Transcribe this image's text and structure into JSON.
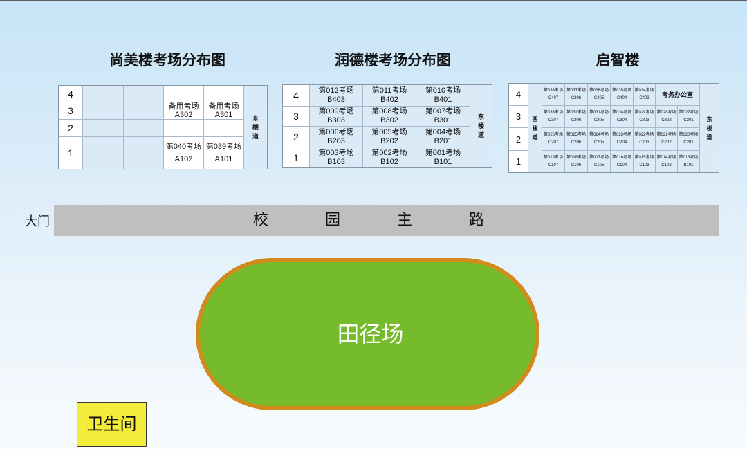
{
  "colors": {
    "road": "#bfbfbf",
    "track_fill": "#76bb2b",
    "track_border": "#d08b1c",
    "restroom_fill": "#f4ec3b",
    "cell_fill": "#dbeaf7"
  },
  "shangmei": {
    "title": "尚美楼考场分布图",
    "east_stair": "东楼道",
    "floors": [
      {
        "floor": "4",
        "rooms": []
      },
      {
        "floor": "3",
        "rooms": [
          {
            "name": "备用考场",
            "code": "A302"
          },
          {
            "name": "备用考场",
            "code": "A301"
          }
        ]
      },
      {
        "floor": "2",
        "rooms": []
      },
      {
        "floor": "1",
        "rooms": [
          {
            "name": "第040考场",
            "code": "A102"
          },
          {
            "name": "第039考场",
            "code": "A101"
          }
        ]
      }
    ]
  },
  "runde": {
    "title": "润德楼考场分布图",
    "east_stair": "东楼道",
    "floors": [
      {
        "floor": "4",
        "rooms": [
          {
            "name": "第012考场",
            "code": "B403"
          },
          {
            "name": "第011考场",
            "code": "B402"
          },
          {
            "name": "第010考场",
            "code": "B401"
          }
        ]
      },
      {
        "floor": "3",
        "rooms": [
          {
            "name": "第009考场",
            "code": "B303"
          },
          {
            "name": "第008考场",
            "code": "B302"
          },
          {
            "name": "第007考场",
            "code": "B301"
          }
        ]
      },
      {
        "floor": "2",
        "rooms": [
          {
            "name": "第006考场",
            "code": "B203"
          },
          {
            "name": "第005考场",
            "code": "B202"
          },
          {
            "name": "第004考场",
            "code": "B201"
          }
        ]
      },
      {
        "floor": "1",
        "rooms": [
          {
            "name": "第003考场",
            "code": "B103"
          },
          {
            "name": "第002考场",
            "code": "B102"
          },
          {
            "name": "第001考场",
            "code": "B101"
          }
        ]
      }
    ]
  },
  "qizhi": {
    "title": "启智楼",
    "west_stair": "西楼道",
    "east_stair": "东楼道",
    "office": "考务办公室",
    "floors": [
      {
        "floor": "4",
        "rooms": [
          {
            "name": "第038考场",
            "code": "C407"
          },
          {
            "name": "第037考场",
            "code": "C306"
          },
          {
            "name": "第036考场",
            "code": "C405"
          },
          {
            "name": "第035考场",
            "code": "C404"
          },
          {
            "name": "第034考场",
            "code": "C403"
          }
        ]
      },
      {
        "floor": "3",
        "rooms": [
          {
            "name": "第033考场",
            "code": "C307"
          },
          {
            "name": "第032考场",
            "code": "C306"
          },
          {
            "name": "第031考场",
            "code": "C305"
          },
          {
            "name": "第030考场",
            "code": "C304"
          },
          {
            "name": "第029考场",
            "code": "C303"
          },
          {
            "name": "第028考场",
            "code": "C302"
          },
          {
            "name": "第027考场",
            "code": "C301"
          }
        ]
      },
      {
        "floor": "2",
        "rooms": [
          {
            "name": "第026考场",
            "code": "C207"
          },
          {
            "name": "第025考场",
            "code": "C206"
          },
          {
            "name": "第024考场",
            "code": "C205"
          },
          {
            "name": "第023考场",
            "code": "C204"
          },
          {
            "name": "第022考场",
            "code": "C203"
          },
          {
            "name": "第021考场",
            "code": "C202"
          },
          {
            "name": "第020考场",
            "code": "C201"
          }
        ]
      },
      {
        "floor": "1",
        "rooms": [
          {
            "name": "第019考场",
            "code": "C107"
          },
          {
            "name": "第018考场",
            "code": "C106"
          },
          {
            "name": "第017考场",
            "code": "C105"
          },
          {
            "name": "第016考场",
            "code": "C104"
          },
          {
            "name": "第015考场",
            "code": "C103"
          },
          {
            "name": "第014考场",
            "code": "C102"
          },
          {
            "name": "第013考场",
            "code": "B101"
          }
        ]
      }
    ]
  },
  "road": {
    "label": "校园主路"
  },
  "gate": {
    "label": "大门"
  },
  "track": {
    "label": "田径场"
  },
  "restroom": {
    "label": "卫生间"
  }
}
